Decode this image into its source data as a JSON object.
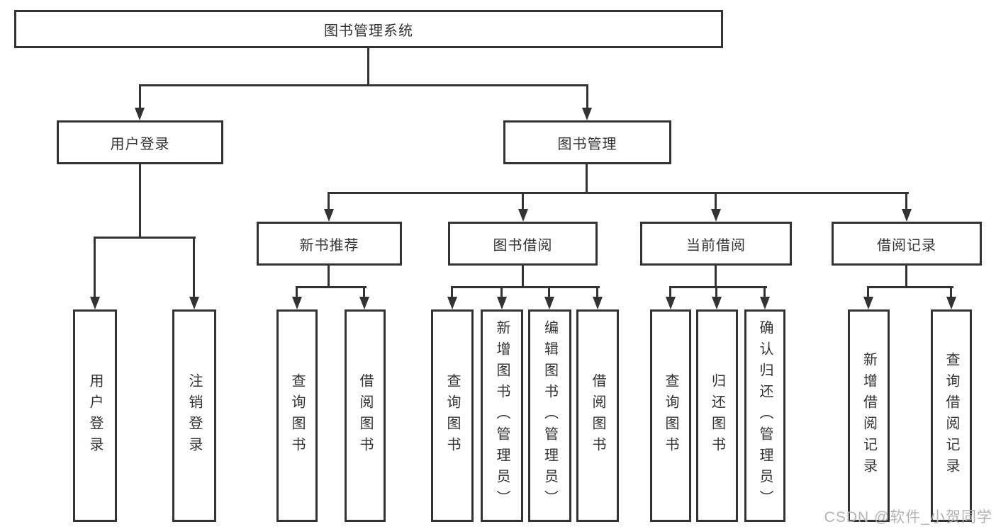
{
  "tree": {
    "root": "图书管理系统",
    "children": [
      {
        "label": "用户登录",
        "children": [
          {
            "label": "用户登录"
          },
          {
            "label": "注销登录"
          }
        ]
      },
      {
        "label": "图书管理",
        "children": [
          {
            "label": "新书推荐",
            "children": [
              {
                "label": "查询图书"
              },
              {
                "label": "借阅图书"
              }
            ]
          },
          {
            "label": "图书借阅",
            "children": [
              {
                "label": "查询图书"
              },
              {
                "label": "新增图书（管理员）"
              },
              {
                "label": "编辑图书（管理员）"
              },
              {
                "label": "借阅图书"
              }
            ]
          },
          {
            "label": "当前借阅",
            "children": [
              {
                "label": "查询图书"
              },
              {
                "label": "归还图书"
              },
              {
                "label": "确认归还（管理员）"
              }
            ]
          },
          {
            "label": "借阅记录",
            "children": [
              {
                "label": "新增借阅记录"
              },
              {
                "label": "查询借阅记录"
              }
            ]
          }
        ]
      }
    ]
  },
  "watermark": "CSDN @软件_小贺同学",
  "colors": {
    "line": "#333333",
    "text": "#333333",
    "watermark": "#b3b3b3",
    "background": "#ffffff"
  }
}
